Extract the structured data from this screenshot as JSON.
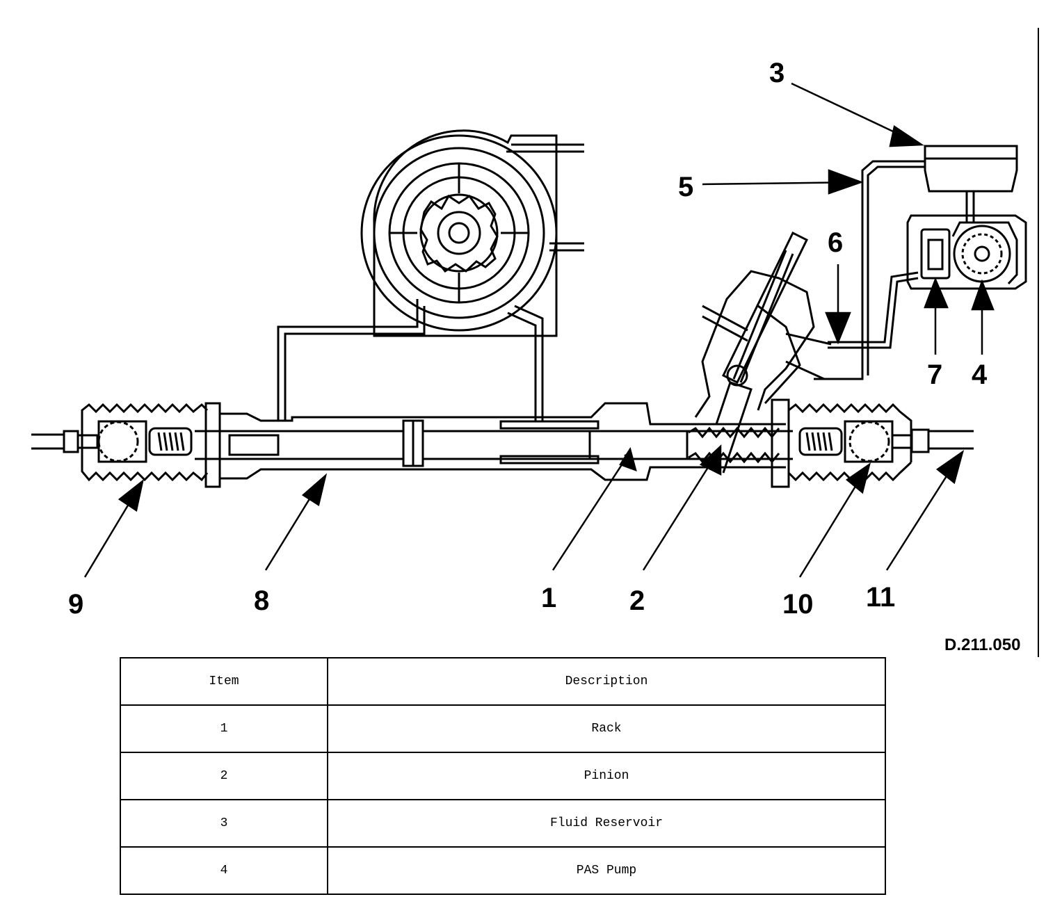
{
  "figure": {
    "reference_code": "D.211.050",
    "callouts": [
      "1",
      "2",
      "3",
      "4",
      "5",
      "6",
      "7",
      "8",
      "9",
      "10",
      "11"
    ]
  },
  "table": {
    "headers": [
      "Item",
      "Description"
    ],
    "rows": [
      {
        "item": "1",
        "description": "Rack"
      },
      {
        "item": "2",
        "description": "Pinion"
      },
      {
        "item": "3",
        "description": "Fluid Reservoir"
      },
      {
        "item": "4",
        "description": "PAS Pump"
      }
    ]
  }
}
